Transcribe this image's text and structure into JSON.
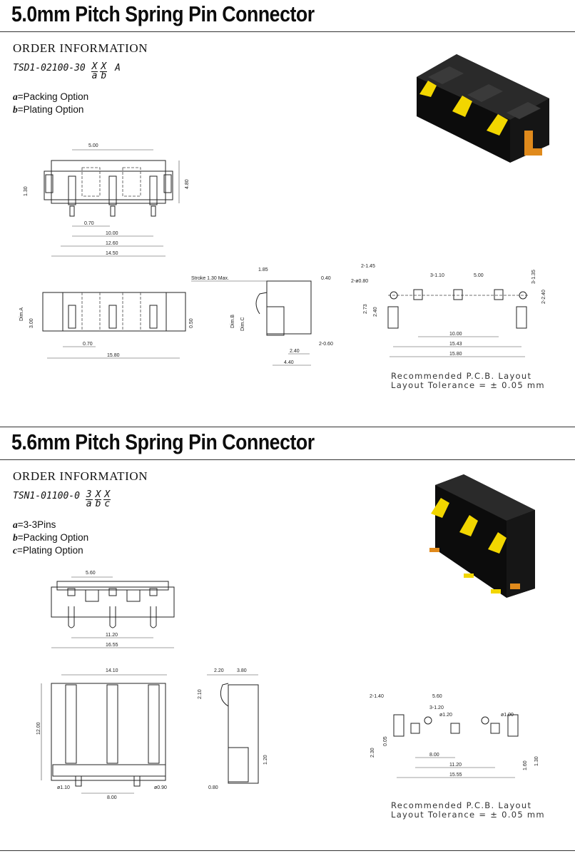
{
  "sections": [
    {
      "title": "5.0mm Pitch Spring Pin Connector",
      "order_heading": "ORDER INFORMATION",
      "part_prefix": "TSD1-02100-30",
      "part_codes": [
        {
          "top": "X",
          "bottom": "a"
        },
        {
          "top": "X",
          "bottom": "b"
        }
      ],
      "part_suffix": "A",
      "options": [
        {
          "key": "a",
          "text": "=Packing Option"
        },
        {
          "key": "b",
          "text": "=Plating Option"
        }
      ],
      "dims_top": [
        "5.00",
        "1.30",
        "4.80",
        "0.70",
        "10.00",
        "12.60",
        "14.50"
      ],
      "dims_front": [
        "Dim.A",
        "3.00",
        "0.50",
        "0.70",
        "15.80"
      ],
      "dims_side": [
        "1.85",
        "Stroke 1.30 Max.",
        "0.40",
        "Dim.B",
        "Dim.C",
        "2.40",
        "2-0.60",
        "4.40"
      ],
      "dims_pcb": [
        "2-1.45",
        "2-ø0.80",
        "3-1.10",
        "5.00",
        "3-1.35",
        "2.73",
        "2.40",
        "2-2.40",
        "10.00",
        "15.43",
        "15.80"
      ],
      "layout_note": "Recommended   P.C.B.  Layout",
      "tolerance_note": "Layout  Tolerance  =  ±  0.05  mm"
    },
    {
      "title": "5.6mm Pitch Spring Pin Connector",
      "order_heading": "ORDER INFORMATION",
      "part_prefix": "TSN1-01100-0",
      "part_codes": [
        {
          "top": "3",
          "bottom": "a"
        },
        {
          "top": "X",
          "bottom": "b"
        },
        {
          "top": "X",
          "bottom": "c"
        }
      ],
      "part_suffix": "",
      "options": [
        {
          "key": "a",
          "text": "=3-3Pins"
        },
        {
          "key": "b",
          "text": "=Packing Option"
        },
        {
          "key": "c",
          "text": "=Plating Option"
        }
      ],
      "dims_top": [
        "5.60",
        "11.20",
        "16.55"
      ],
      "dims_front": [
        "14.10",
        "12.00",
        "ø1.10",
        "8.00",
        "ø0.90"
      ],
      "dims_side": [
        "2.20",
        "3.80",
        "2.10",
        "1.20",
        "0.80"
      ],
      "dims_pcb": [
        "2-1.40",
        "5.60",
        "3-1.20",
        "ø1.20",
        "ø1.00",
        "2.30",
        "0.05",
        "8.00",
        "11.20",
        "15.55",
        "1.60",
        "1.30"
      ],
      "layout_note": "Recommended   P.C.B.  Layout",
      "tolerance_note": "Layout  Tolerance  =  ±  0.05  mm"
    }
  ],
  "colors": {
    "housing": "#1b1b1b",
    "contact": "#f2d600",
    "terminal": "#e08a1c"
  }
}
